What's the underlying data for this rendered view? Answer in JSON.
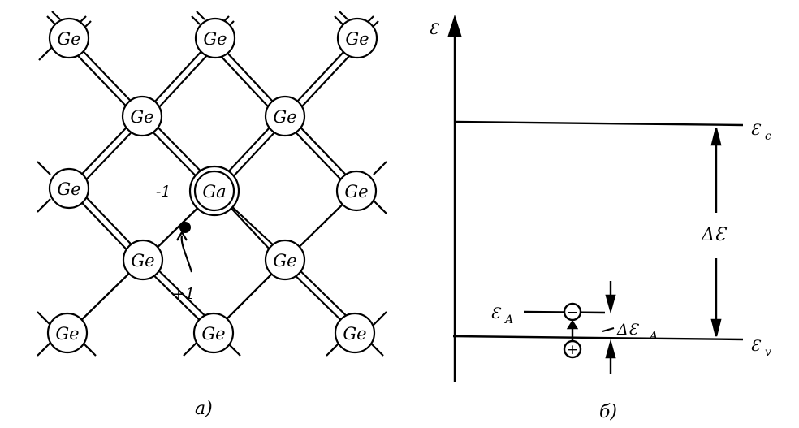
{
  "lattice": {
    "host_atom": "Ge",
    "impurity_atom": "Ga",
    "impurity_charge": "-1",
    "hole_charge": "+1"
  },
  "band_diagram": {
    "energy_axis_label": "Ɛ",
    "conduction_label": "Ɛ",
    "conduction_sub": "c",
    "valence_label": "Ɛ",
    "valence_sub": "v",
    "gap_label": "ΔƐ",
    "acceptor_label": "Ɛ",
    "acceptor_sub": "A",
    "acceptor_gap_label": "ΔƐ",
    "acceptor_gap_sub": "A",
    "minus_sign": "−",
    "plus_sign": "+"
  },
  "captions": {
    "left": "a)",
    "right": "б)"
  }
}
